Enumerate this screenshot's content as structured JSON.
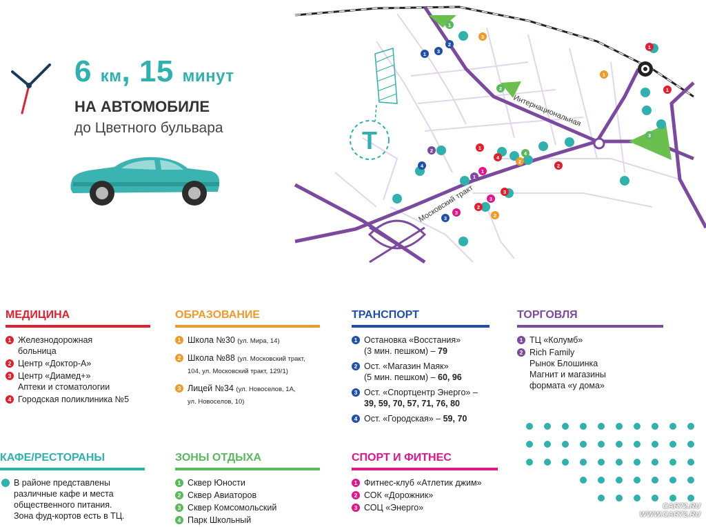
{
  "headline": {
    "distance_value": "6",
    "distance_unit": "км",
    "separator": ",",
    "time_value": "15",
    "time_unit": "минут",
    "mode": "НА АВТОМОБИЛЕ",
    "destination": "до Цветного бульвара"
  },
  "map": {
    "road_labels": [
      "Интернациональная",
      "Московский тракт"
    ],
    "logo_letter": "T"
  },
  "colors": {
    "teal": "#2fb1ad",
    "medicine": "#e1202f",
    "education": "#f09a2a",
    "transport": "#1f4fa8",
    "trade": "#7b4a9e",
    "cafe": "#2fb1ad",
    "leisure": "#5cb85c",
    "sport": "#e2168c",
    "road_purple": "#7b4a9e",
    "park_green": "#6bbf4e"
  },
  "categories": {
    "medicine": {
      "title": "МЕДИЦИНА",
      "items": [
        {
          "num": "1",
          "text": "Железнодорожная\nбольница"
        },
        {
          "num": "2",
          "text": "Центр «Доктор-А»"
        },
        {
          "num": "3",
          "text": "Центр «Диамед+»\nАптеки и стоматологии"
        },
        {
          "num": "4",
          "text": "Городская поликлиника №5"
        }
      ]
    },
    "education": {
      "title": "ОБРАЗОВАНИЕ",
      "items": [
        {
          "num": "1",
          "text": "Школа №30",
          "note": "(ул. Мира, 14)"
        },
        {
          "num": "2",
          "text": "Школа №88",
          "note": "(ул. Московский тракт,\n104, ул. Московский тракт, 129/1)"
        },
        {
          "num": "3",
          "text": "Лицей №34",
          "note": "(ул. Новоселов, 1А,\nул. Новоселов, 10)"
        }
      ]
    },
    "transport": {
      "title": "ТРАНСПОРТ",
      "items": [
        {
          "num": "1",
          "line1": "Остановка «Восстания»",
          "line2": "(3 мин. пешком) –",
          "routes": "79"
        },
        {
          "num": "2",
          "line1": "Ост. «Магазин Маяк»",
          "line2": "(5 мин. пешком) –",
          "routes": "60, 96"
        },
        {
          "num": "3",
          "line1": "Ост. «Спортцентр Энерго» –",
          "line2": "",
          "routes": "39, 59, 70, 57, 71, 76, 80"
        },
        {
          "num": "4",
          "line1": "Ост. «Городская» –",
          "line2": "",
          "routes": "59, 70"
        }
      ]
    },
    "trade": {
      "title": "ТОРГОВЛЯ",
      "items": [
        {
          "num": "1",
          "text": "ТЦ «Колумб»"
        },
        {
          "num": "2",
          "text": "Rich Family\nРынок Блошинка\nМагнит и магазины\nформата «у дома»"
        }
      ]
    },
    "cafe": {
      "title": "КАФЕ/РЕСТОРАНЫ",
      "items": [
        {
          "text": "В районе представлены\nразличные кафе и места\nобщественного питания.\nЗона фуд-кортов есть в ТЦ."
        }
      ]
    },
    "leisure": {
      "title": "ЗОНЫ ОТДЫХА",
      "items": [
        {
          "num": "1",
          "text": "Сквер Юности"
        },
        {
          "num": "2",
          "text": "Сквер Авиаторов"
        },
        {
          "num": "3",
          "text": "Сквер Комсомольский"
        },
        {
          "num": "4",
          "text": "Парк Школьный"
        }
      ]
    },
    "sport": {
      "title": "СПОРТ И ФИТНЕС",
      "items": [
        {
          "num": "1",
          "text": "Фитнес-клуб «Атлетик джим»"
        },
        {
          "num": "2",
          "text": "СОК «Дорожник»"
        },
        {
          "num": "3",
          "text": "СОЦ «Энерго»"
        }
      ]
    }
  },
  "watermark": {
    "line1": "CAR72.RU",
    "line2": "WWW.CAR72.RU"
  }
}
